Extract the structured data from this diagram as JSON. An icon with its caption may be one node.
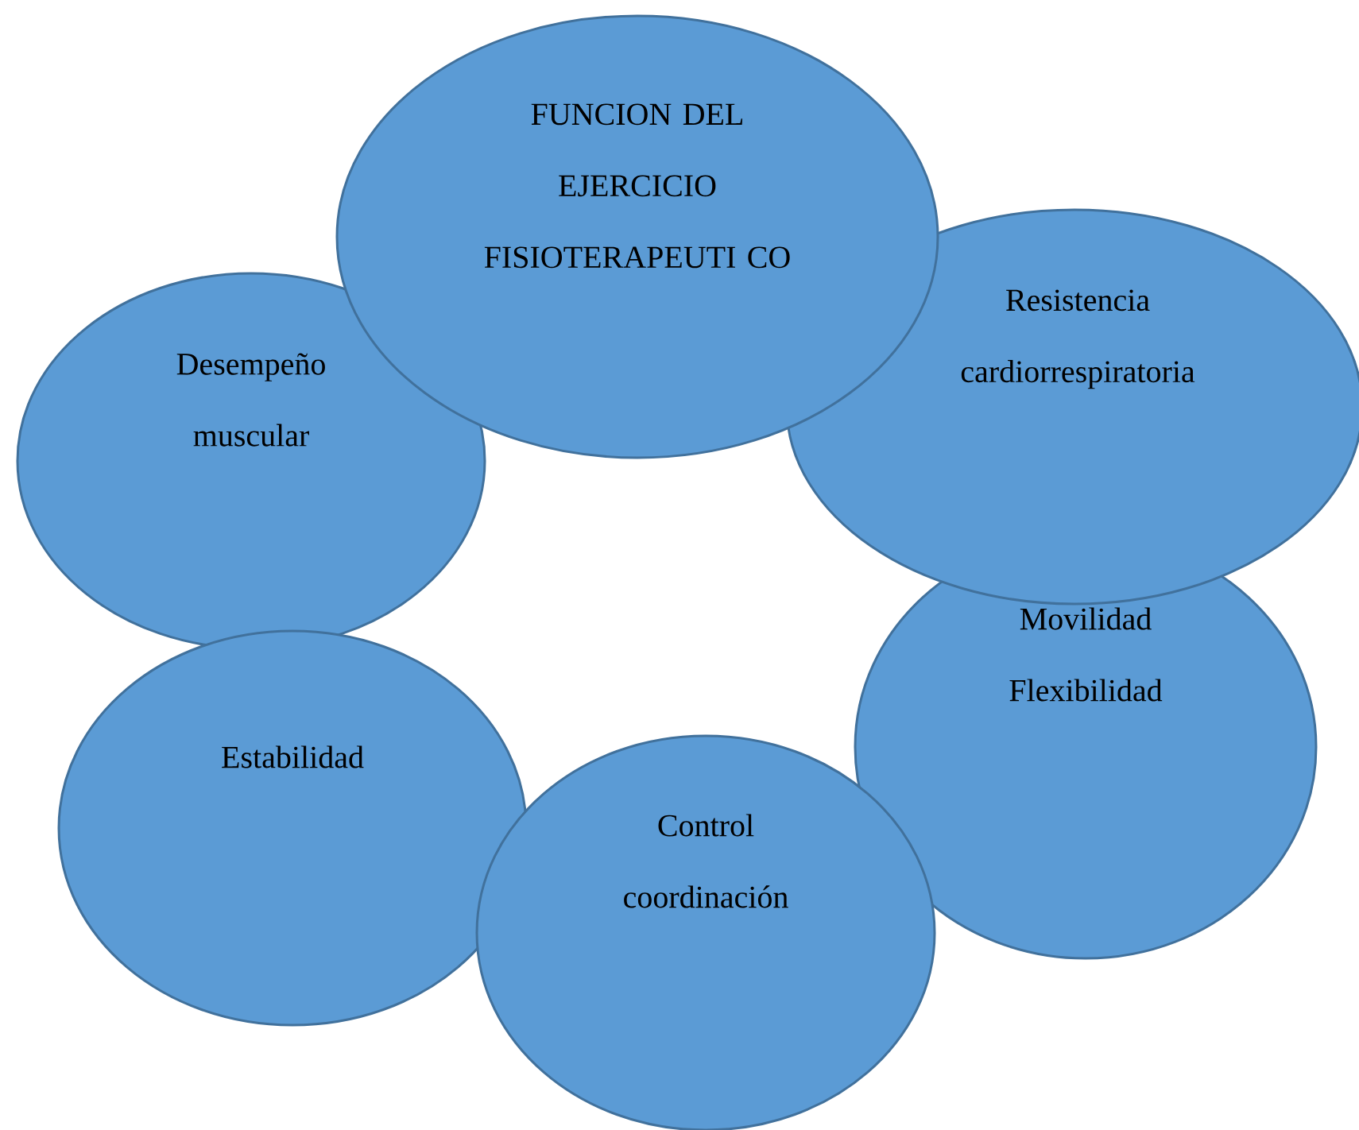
{
  "diagram": {
    "nodes": [
      {
        "text": [
          "FUNCION DEL EJERCICIO FISIOTERAPEUTI CO"
        ]
      },
      {
        "text": [
          "Desempeño muscular"
        ]
      },
      {
        "text": [
          "Resistencia cardiorrespiratoria"
        ]
      },
      {
        "text": [
          "Movilidad Flexibilidad"
        ]
      },
      {
        "text": [
          "Estabilidad"
        ]
      },
      {
        "text": [
          "Control coordinación"
        ]
      }
    ]
  }
}
